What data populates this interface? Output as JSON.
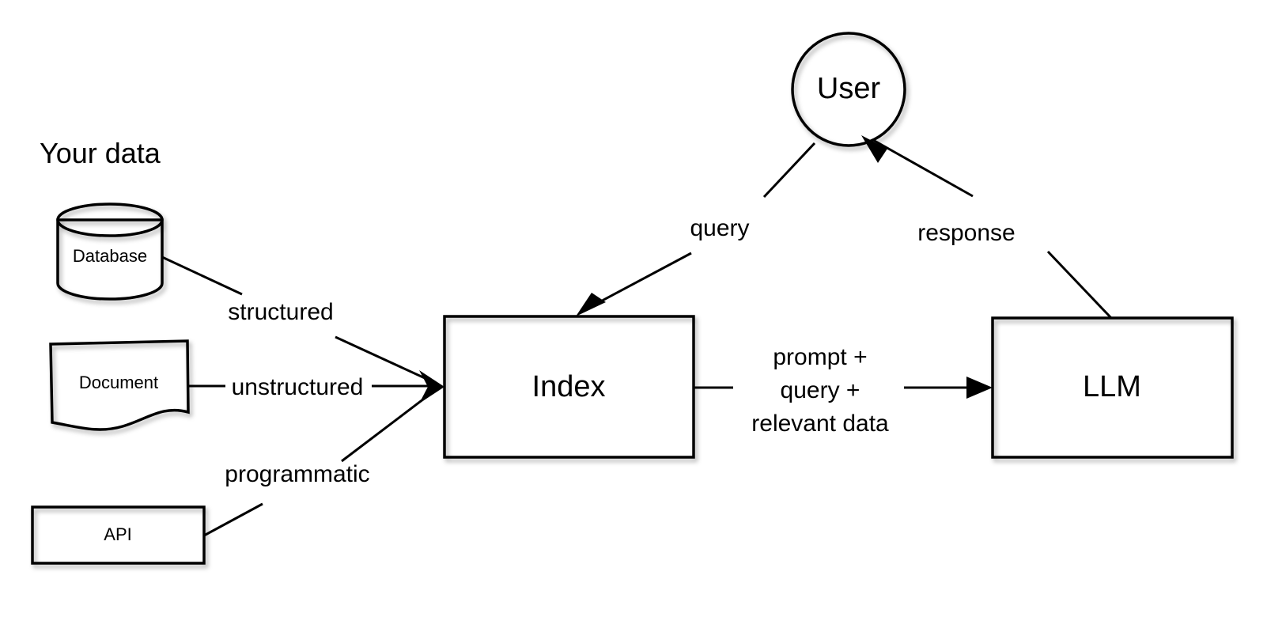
{
  "diagram": {
    "title": "Your data",
    "nodes": [
      {
        "id": "database",
        "label": "Database",
        "shape": "cylinder"
      },
      {
        "id": "document",
        "label": "Document",
        "shape": "document"
      },
      {
        "id": "api",
        "label": "API",
        "shape": "rectangle"
      },
      {
        "id": "index",
        "label": "Index",
        "shape": "rectangle"
      },
      {
        "id": "user",
        "label": "User",
        "shape": "circle"
      },
      {
        "id": "llm",
        "label": "LLM",
        "shape": "rectangle"
      }
    ],
    "edges": [
      {
        "id": "database-index",
        "from": "database",
        "to": "index",
        "label": "structured",
        "arrow": true
      },
      {
        "id": "document-index",
        "from": "document",
        "to": "index",
        "label": "unstructured",
        "arrow": true
      },
      {
        "id": "api-index",
        "from": "api",
        "to": "index",
        "label": "programmatic",
        "arrow": true
      },
      {
        "id": "user-index",
        "from": "user",
        "to": "index",
        "label": "query",
        "arrow": true
      },
      {
        "id": "index-llm",
        "from": "index",
        "to": "llm",
        "label_line_1": "prompt +",
        "label_line_2": "query +",
        "label_line_3": "relevant data",
        "arrow": true
      },
      {
        "id": "llm-user",
        "from": "llm",
        "to": "user",
        "label": "response",
        "arrow": true
      }
    ],
    "colors": {
      "stroke": "#000000",
      "fill": "#ffffff",
      "text": "#000000",
      "background": "#ffffff"
    }
  }
}
